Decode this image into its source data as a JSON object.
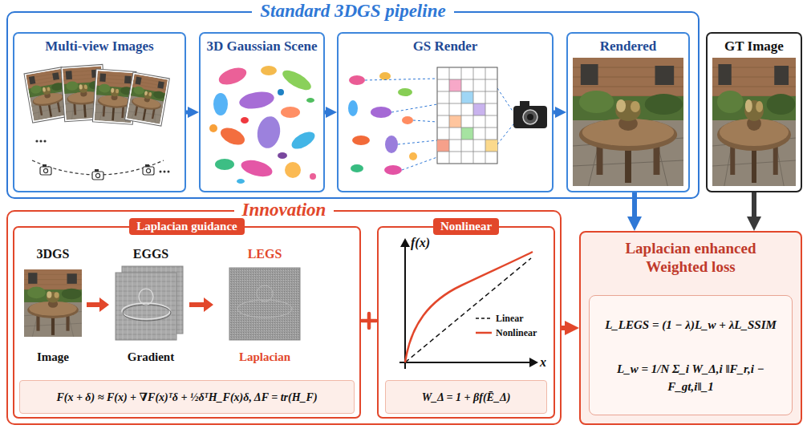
{
  "diagram": {
    "nodes": [
      {
        "text": [
          "Standard 3DGS pipeline"
        ]
      },
      {
        "text": [
          "Multi-view Images"
        ],
        "in": 0
      },
      {
        "text": [
          "3D Gaussian Scene"
        ],
        "in": 0
      },
      {
        "text": [
          "GS Render"
        ],
        "in": 0
      },
      {
        "text": [
          "Rendered"
        ],
        "in": 0
      },
      {
        "text": [
          "GT Image"
        ]
      },
      {
        "text": [
          "Innovation"
        ]
      },
      {
        "text": [
          "Laplacian guidance"
        ],
        "in": 6
      },
      {
        "text": [
          "F(x + δ) ≈ F(x) + ∇F(x)ᵀδ + ½δᵀH_F(x)δ, ΔF = tr(H_F)"
        ],
        "in": 7
      },
      {
        "text": [
          "Nonlinear"
        ],
        "in": 6
      },
      {
        "text": [
          "W_Δ = 1 + βf(Ē_Δ)"
        ],
        "in": 9
      },
      {
        "text": [
          "Laplacian enhanced Weighted loss"
        ]
      },
      {
        "text": [
          "L_LEGS = (1 − λ)L_w + λL_SSIM",
          "L_w = 1/N Σ_i W_Δ,i ‖F_r,i − F_gt,i‖_1"
        ],
        "in": 11
      }
    ],
    "edges": [
      {
        "from": 1,
        "to": 2,
        "arrow": "to"
      },
      {
        "from": 2,
        "to": 3,
        "arrow": "to"
      },
      {
        "from": 3,
        "to": 4,
        "arrow": "to"
      },
      {
        "from": 4,
        "to": 11,
        "arrow": "to"
      },
      {
        "from": 5,
        "to": 11,
        "arrow": "to"
      },
      {
        "from": 6,
        "to": 11,
        "arrow": "to"
      }
    ],
    "labels": [
      "3DGS",
      "Image",
      "EGGS",
      "Gradient",
      "LEGS",
      "Laplacian",
      "f(x)",
      "x"
    ],
    "legend": [
      {
        "text": "Linear"
      },
      {
        "text": "Nonlinear"
      }
    ]
  }
}
